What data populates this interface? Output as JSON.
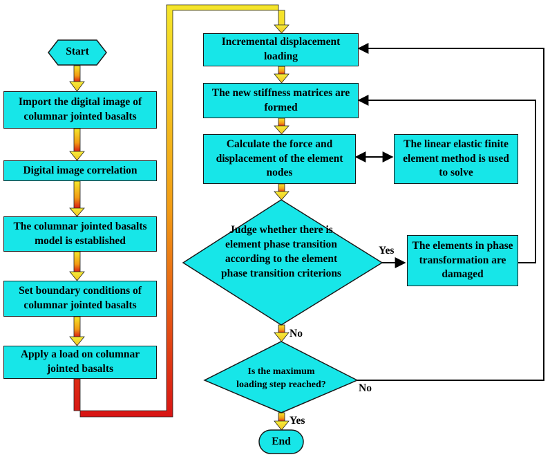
{
  "nodes": {
    "start": "Start",
    "import": "Import the digital image of columnar jointed basalts",
    "dic": "Digital image correlation",
    "model": "The columnar jointed basalts model is established",
    "boundary": "Set boundary conditions of columnar jointed basalts",
    "load": "Apply a load on columnar jointed basalts",
    "incremental": "Incremental displacement loading",
    "stiffness": "The new stiffness matrices are formed",
    "calculate": "Calculate the force and displacement of the element nodes",
    "linear": "The linear elastic finite element method is used to solve",
    "judge": "Judge whether there is element phase transition according to the element phase transition criterions",
    "damaged": "The elements in phase transformation are damaged",
    "maxstep": "Is the maximum loading step reached?",
    "end": "End"
  },
  "edge_labels": {
    "judge_yes": "Yes",
    "judge_no": "No",
    "max_no": "No",
    "max_yes": "Yes"
  },
  "colors": {
    "node_fill": "#17e6e8",
    "node_stroke": "#1a1a1a",
    "connector_light": "#f5e62a",
    "connector_mid": "#f29b14",
    "connector_dark": "#d81414",
    "line": "#000000"
  }
}
